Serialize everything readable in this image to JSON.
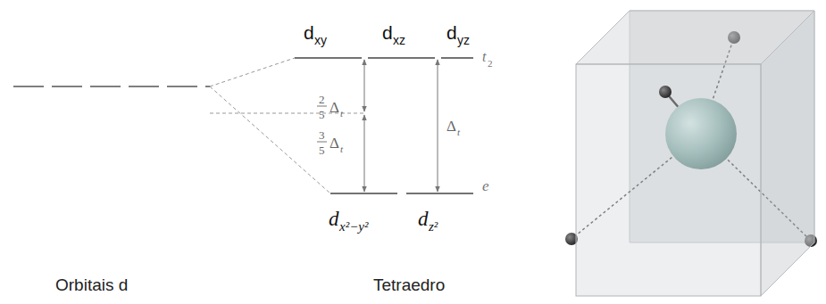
{
  "diagram": {
    "labels": [
      "d",
      "xy",
      "d",
      "xz",
      "d",
      "yz",
      "t",
      "2",
      "2",
      "5",
      "Δ",
      "t",
      "3",
      "5",
      "Δ",
      "t",
      "Δ",
      "t",
      "d",
      "x²−y²",
      "d",
      "z²",
      "e",
      "Orbitais d",
      "Tetraedro"
    ]
  }
}
